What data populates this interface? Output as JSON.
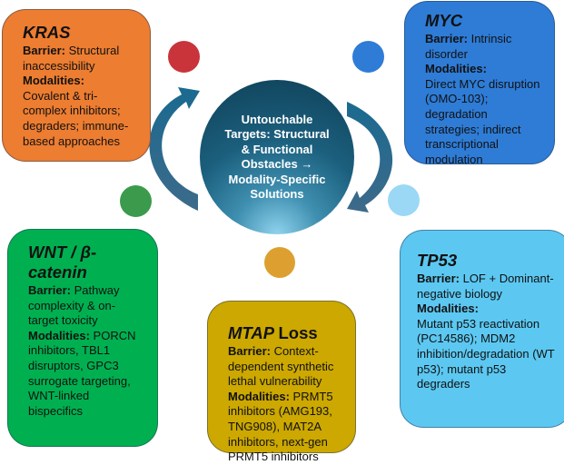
{
  "center": {
    "text": "Untouchable Targets: Structural & Functional Obstacles → Modality-Specific Solutions"
  },
  "kras": {
    "title": "KRAS",
    "barrier_label": "Barrier:",
    "barrier": "Structural inaccessibility",
    "modalities_label": "Modalities:",
    "modalities": "Covalent & tri-complex inhibitors; degraders; immune-based approaches",
    "color": "#ED7D31"
  },
  "myc": {
    "title": "MYC",
    "barrier_label": "Barrier:",
    "barrier": "Intrinsic disorder",
    "modalities_label": "Modalities:",
    "modalities": "Direct MYC disruption (OMO-103); degradation strategies; indirect transcriptional modulation",
    "color": "#2E7CD6"
  },
  "wnt": {
    "title": "WNT / β-catenin",
    "barrier_label": "Barrier:",
    "barrier": "Pathway complexity & on-target toxicity",
    "modalities_label": "Modalities:",
    "modalities": "PORCN inhibitors, TBL1 disruptors, GPC3 surrogate targeting, WNT-linked bispecifics",
    "color": "#00B050"
  },
  "mtap": {
    "title_italic": "MTAP",
    "title_rest": "Loss",
    "barrier_label": "Barrier:",
    "barrier": "Context-dependent synthetic lethal vulnerability",
    "modalities_label": "Modalities:",
    "modalities": "PRMT5 inhibitors (AMG193, TNG908), MAT2A inhibitors, next-gen PRMT5 inhibitors",
    "color": "#CCA800"
  },
  "tp53": {
    "title": "TP53",
    "barrier_label": "Barrier:",
    "barrier": "LOF + Dominant-negative biology",
    "modalities_label": "Modalities:",
    "modalities": "Mutant p53 reactivation (PC14586); MDM2 inhibition/degradation (WT p53); mutant p53 degraders",
    "color": "#5CC8F2"
  }
}
